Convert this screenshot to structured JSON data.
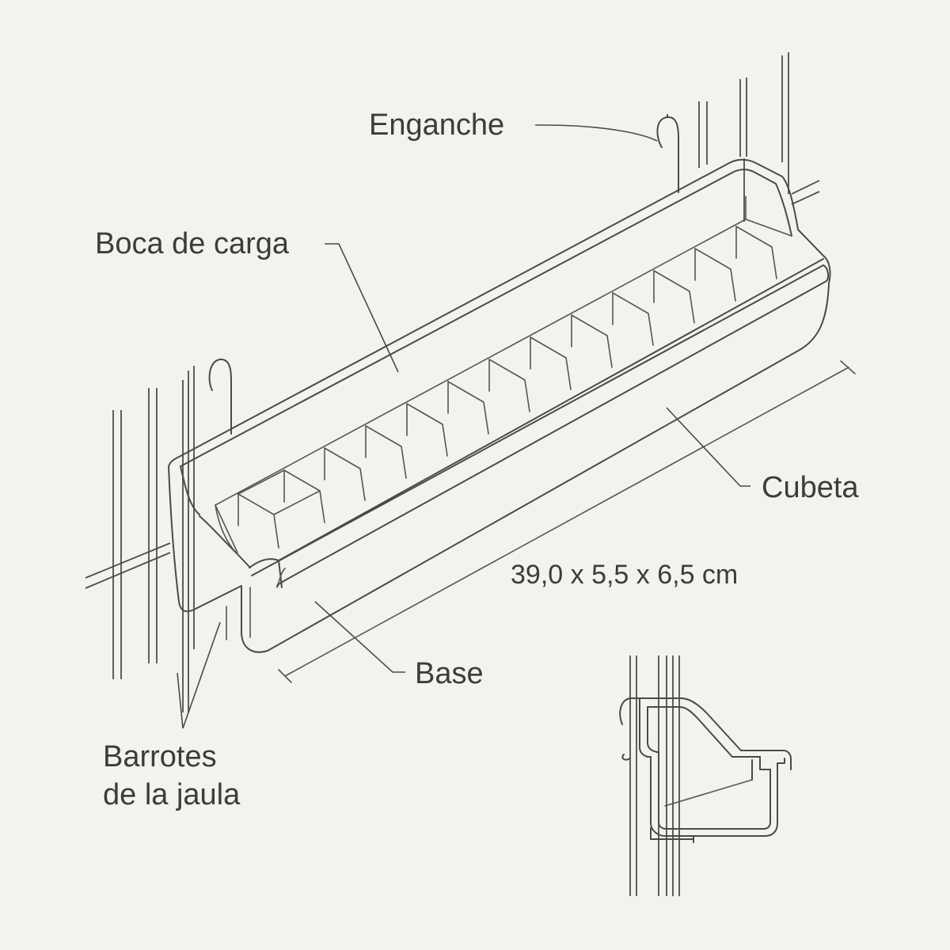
{
  "labels": {
    "hook": "Enganche",
    "mouth": "Boca de carga",
    "tray": "Cubeta",
    "base": "Base",
    "bars_line1": "Barrotes",
    "bars_line2": "de la jaula"
  },
  "dimension": "39,0 x 5,5 x 6,5 cm",
  "colors": {
    "background": "#f3f2ed",
    "line": "#4a4a4a",
    "text": "#3c3c3c"
  }
}
